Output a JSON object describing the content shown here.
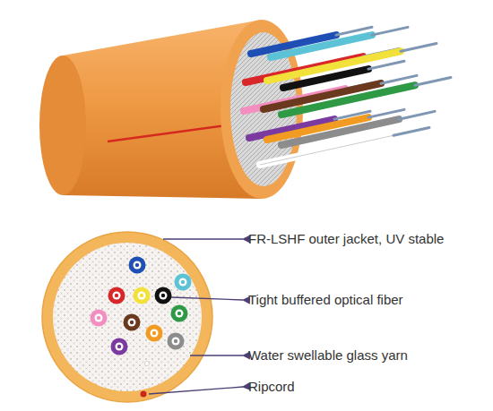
{
  "diagram": {
    "labels": [
      "FR-LSHF outer jacket, UV stable",
      "Tight buffered optical fiber",
      "Water swellable glass yarn",
      "Ripcord"
    ]
  }
}
